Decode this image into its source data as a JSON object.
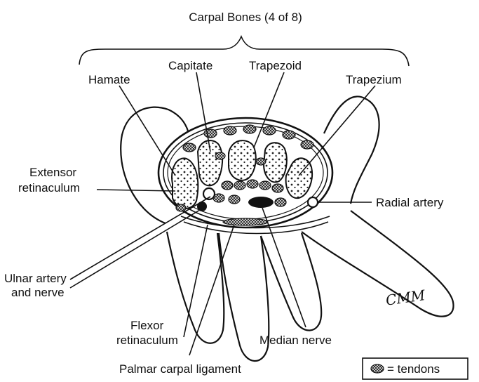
{
  "title": "Carpal Bones (4 of 8)",
  "labels": {
    "hamate": "Hamate",
    "capitate": "Capitate",
    "trapezoid": "Trapezoid",
    "trapezium": "Trapezium",
    "extensor_line1": "Extensor",
    "extensor_line2": "retinaculum",
    "radial_artery": "Radial artery",
    "ulnar_line1": "Ulnar artery",
    "ulnar_line2": "and nerve",
    "flexor_line1": "Flexor",
    "flexor_line2": "retinaculum",
    "median_nerve": "Median nerve",
    "palmar_ligament": "Palmar carpal ligament"
  },
  "legend": {
    "text": "= tendons"
  },
  "signature": "CMM"
}
